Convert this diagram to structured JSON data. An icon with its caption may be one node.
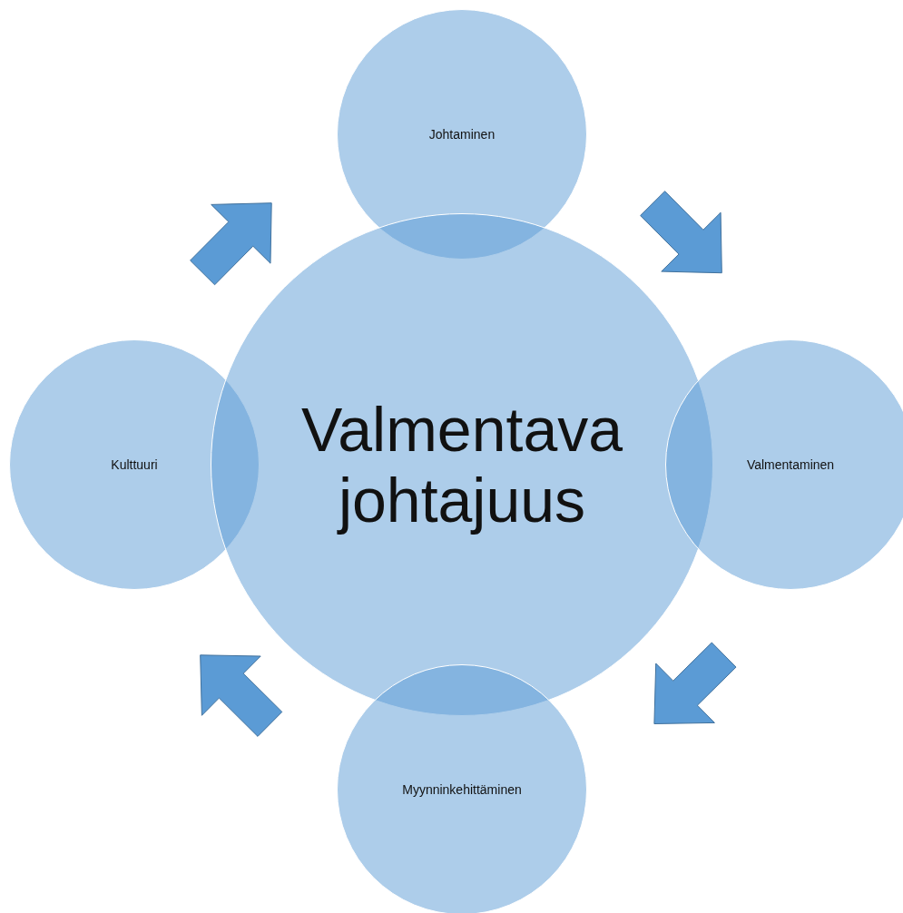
{
  "diagram": {
    "nodes": [
      {
        "text": [
          "Johtaminen"
        ]
      },
      {
        "text": [
          "Kulttuuri"
        ]
      },
      {
        "text": [
          "Valmentava johtajuus"
        ]
      },
      {
        "text": [
          "Valmentaminen"
        ]
      },
      {
        "text": [
          "Myynninkehittäminen"
        ]
      }
    ],
    "edges": [
      {
        "from": 0,
        "to": 3,
        "arrow": "to"
      },
      {
        "from": 3,
        "to": 4,
        "arrow": "to"
      },
      {
        "from": 4,
        "to": 1,
        "arrow": "to"
      },
      {
        "from": 1,
        "to": 0,
        "arrow": "to"
      }
    ]
  }
}
